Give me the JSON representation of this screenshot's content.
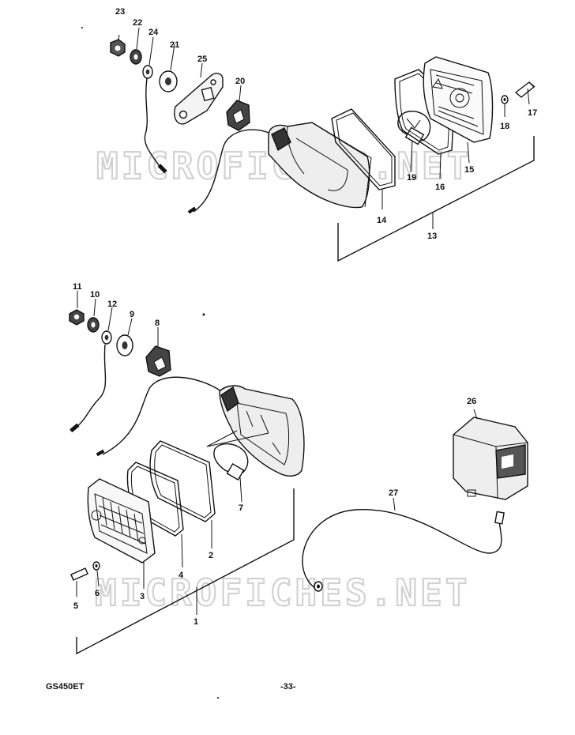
{
  "watermark": "MICROFICHES.NET",
  "footer": {
    "model": "GS450ET",
    "page": "-33-"
  },
  "callouts": {
    "c1": "1",
    "c2": "2",
    "c3": "3",
    "c4": "4",
    "c5": "5",
    "c6": "6",
    "c7": "7",
    "c8": "8",
    "c9": "9",
    "c10": "10",
    "c11": "11",
    "c12": "12",
    "c13": "13",
    "c14": "14",
    "c15": "15",
    "c16": "16",
    "c17": "17",
    "c18": "18",
    "c19": "19",
    "c20": "20",
    "c21": "21",
    "c22": "22",
    "c23": "23",
    "c24": "24",
    "c25": "25",
    "c26": "26",
    "c27": "27"
  }
}
